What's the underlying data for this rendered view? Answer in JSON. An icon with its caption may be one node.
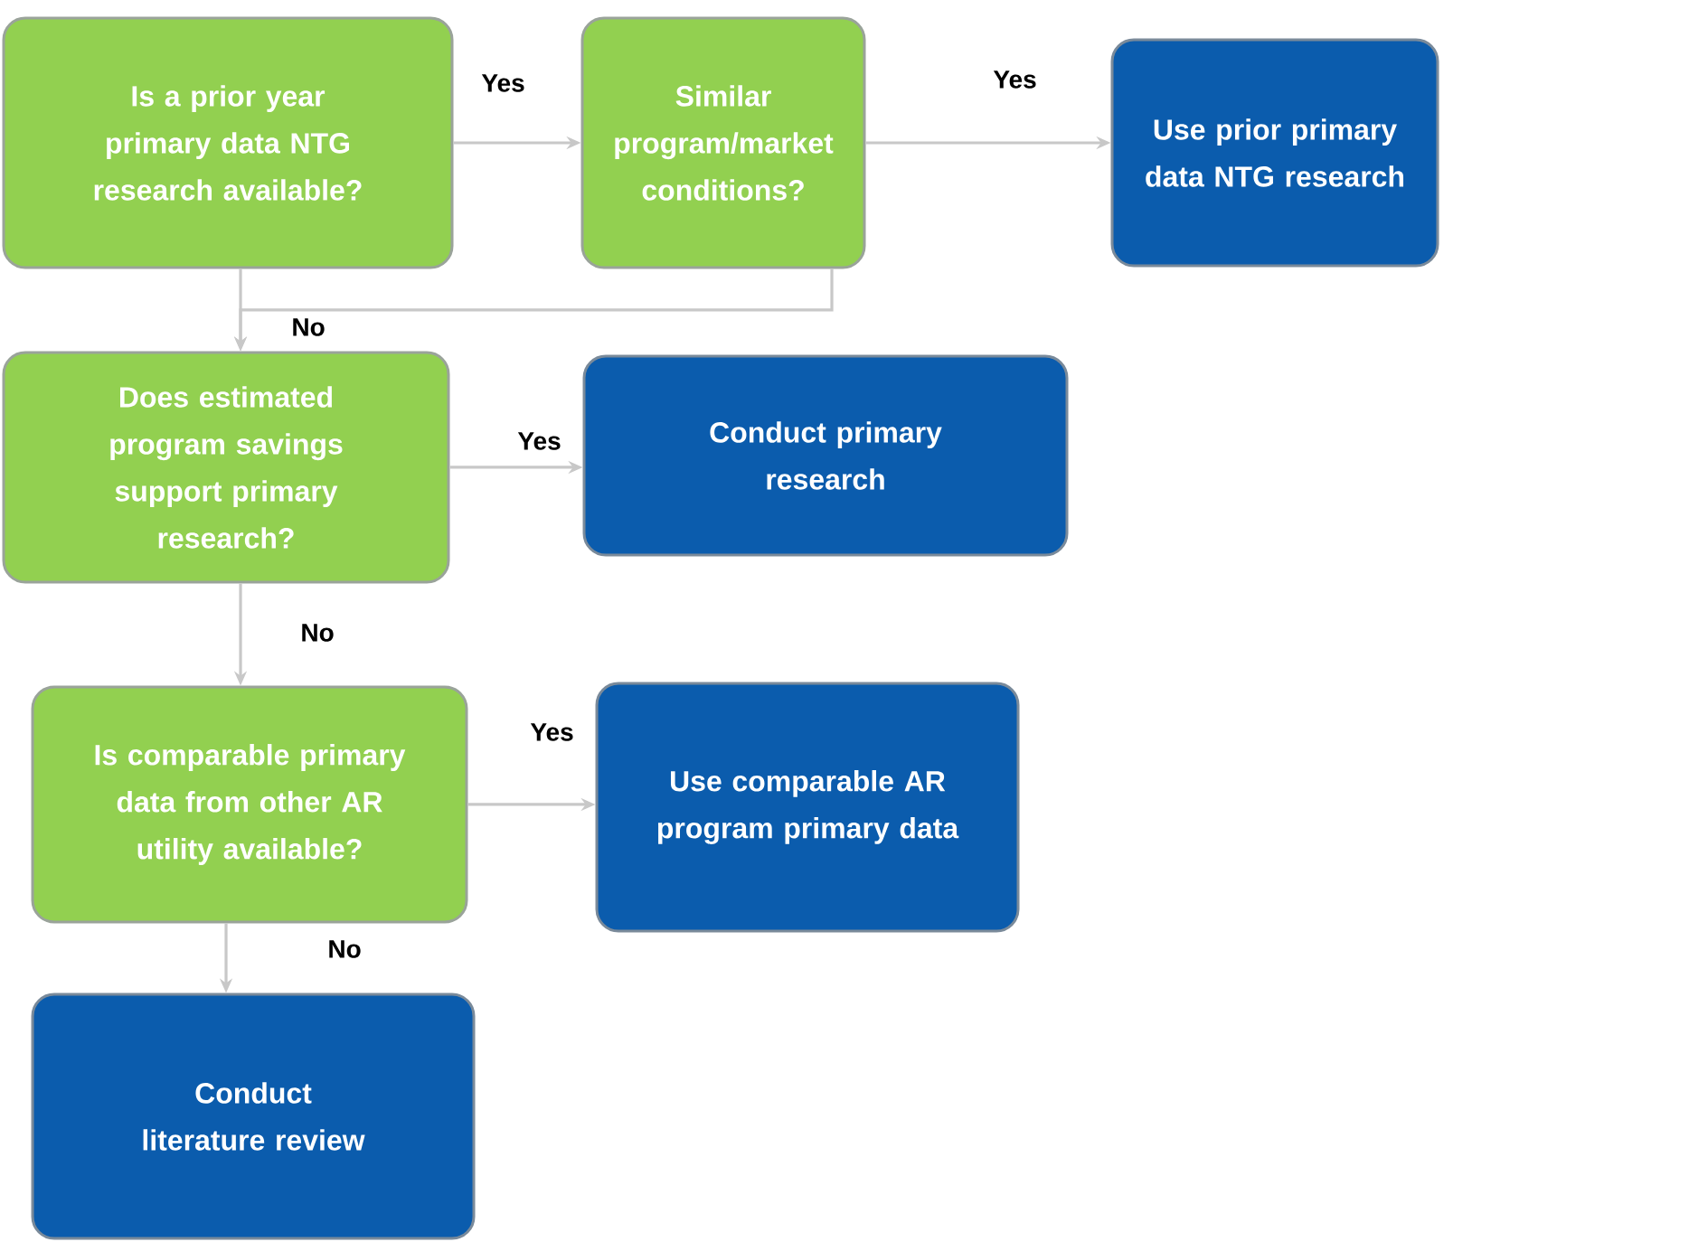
{
  "diagram": {
    "nodes": [
      {
        "text": [
          "Is a prior year primary data NTG research available?"
        ]
      },
      {
        "text": [
          "Similar program/market conditions?"
        ]
      },
      {
        "text": [
          "Use prior primary data NTG research"
        ]
      },
      {
        "text": [
          "Does estimated program savings support primary research?"
        ]
      },
      {
        "text": [
          "Conduct primary research"
        ]
      },
      {
        "text": [
          "Is comparable primary data from other AR utility available?"
        ]
      },
      {
        "text": [
          "Use comparable AR program primary data"
        ]
      },
      {
        "text": [
          "Conduct literature review"
        ]
      }
    ],
    "edges": [
      {
        "from": 0,
        "to": 1,
        "arrow": "to",
        "label": "Yes"
      },
      {
        "from": 1,
        "to": 2,
        "arrow": "to",
        "label": "Yes"
      },
      {
        "from": 0,
        "to": 3,
        "arrow": "to"
      },
      {
        "from": 1,
        "to": 3,
        "arrow": "to",
        "label": "No"
      },
      {
        "from": 3,
        "to": 4,
        "arrow": "to",
        "label": "Yes"
      },
      {
        "from": 3,
        "to": 5,
        "arrow": "to",
        "label": "No"
      },
      {
        "from": 5,
        "to": 6,
        "arrow": "to",
        "label": "Yes"
      },
      {
        "from": 5,
        "to": 7,
        "arrow": "to",
        "label": "No"
      }
    ]
  }
}
